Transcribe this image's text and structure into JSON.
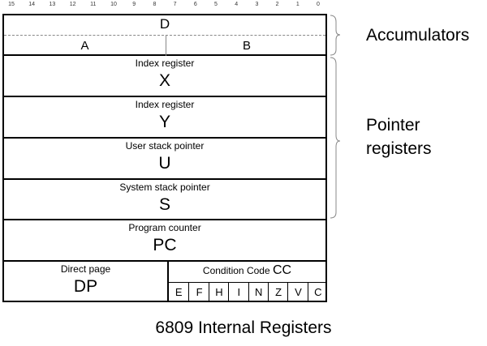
{
  "bit_numbers": [
    "15",
    "14",
    "13",
    "12",
    "11",
    "10",
    "9",
    "8",
    "7",
    "6",
    "5",
    "4",
    "3",
    "2",
    "1",
    "0"
  ],
  "accumulators": {
    "d": "D",
    "a": "A",
    "b": "B"
  },
  "registers": [
    {
      "desc": "Index register",
      "name": "X"
    },
    {
      "desc": "Index register",
      "name": "Y"
    },
    {
      "desc": "User stack pointer",
      "name": "U"
    },
    {
      "desc": "System stack pointer",
      "name": "S"
    },
    {
      "desc": "Program counter",
      "name": "PC"
    }
  ],
  "direct_page": {
    "desc": "Direct page",
    "name": "DP"
  },
  "condition_code": {
    "desc": "Condition Code",
    "name": "CC",
    "flags": [
      "E",
      "F",
      "H",
      "I",
      "N",
      "Z",
      "V",
      "C"
    ]
  },
  "groups": {
    "accumulators": "Accumulators",
    "pointer_line1": "Pointer",
    "pointer_line2": "registers"
  },
  "title": "6809 Internal Registers"
}
